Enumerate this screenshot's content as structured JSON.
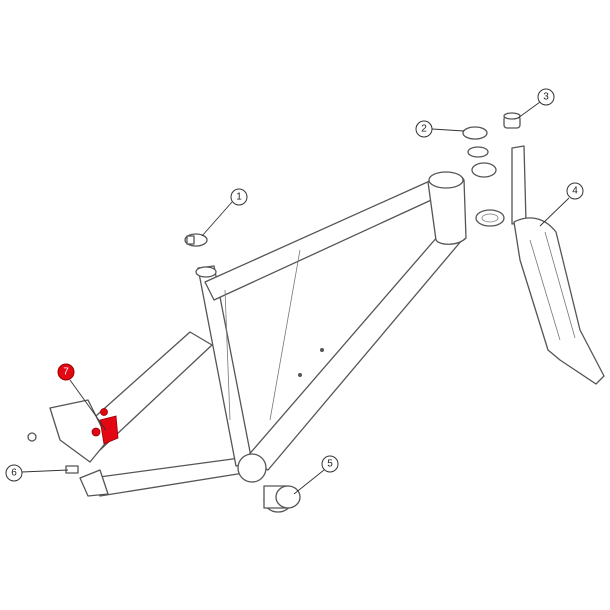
{
  "callouts": [
    {
      "label": "1",
      "part": "seatpost-clamp"
    },
    {
      "label": "2",
      "part": "headset-cap"
    },
    {
      "label": "3",
      "part": "compression-plug"
    },
    {
      "label": "4",
      "part": "fork"
    },
    {
      "label": "5",
      "part": "bottom-bracket"
    },
    {
      "label": "6",
      "part": "thru-axle-bolt"
    },
    {
      "label": "7",
      "part": "derailleur-hanger"
    }
  ],
  "colors": {
    "highlight": "#e30613",
    "line": "#555555"
  }
}
